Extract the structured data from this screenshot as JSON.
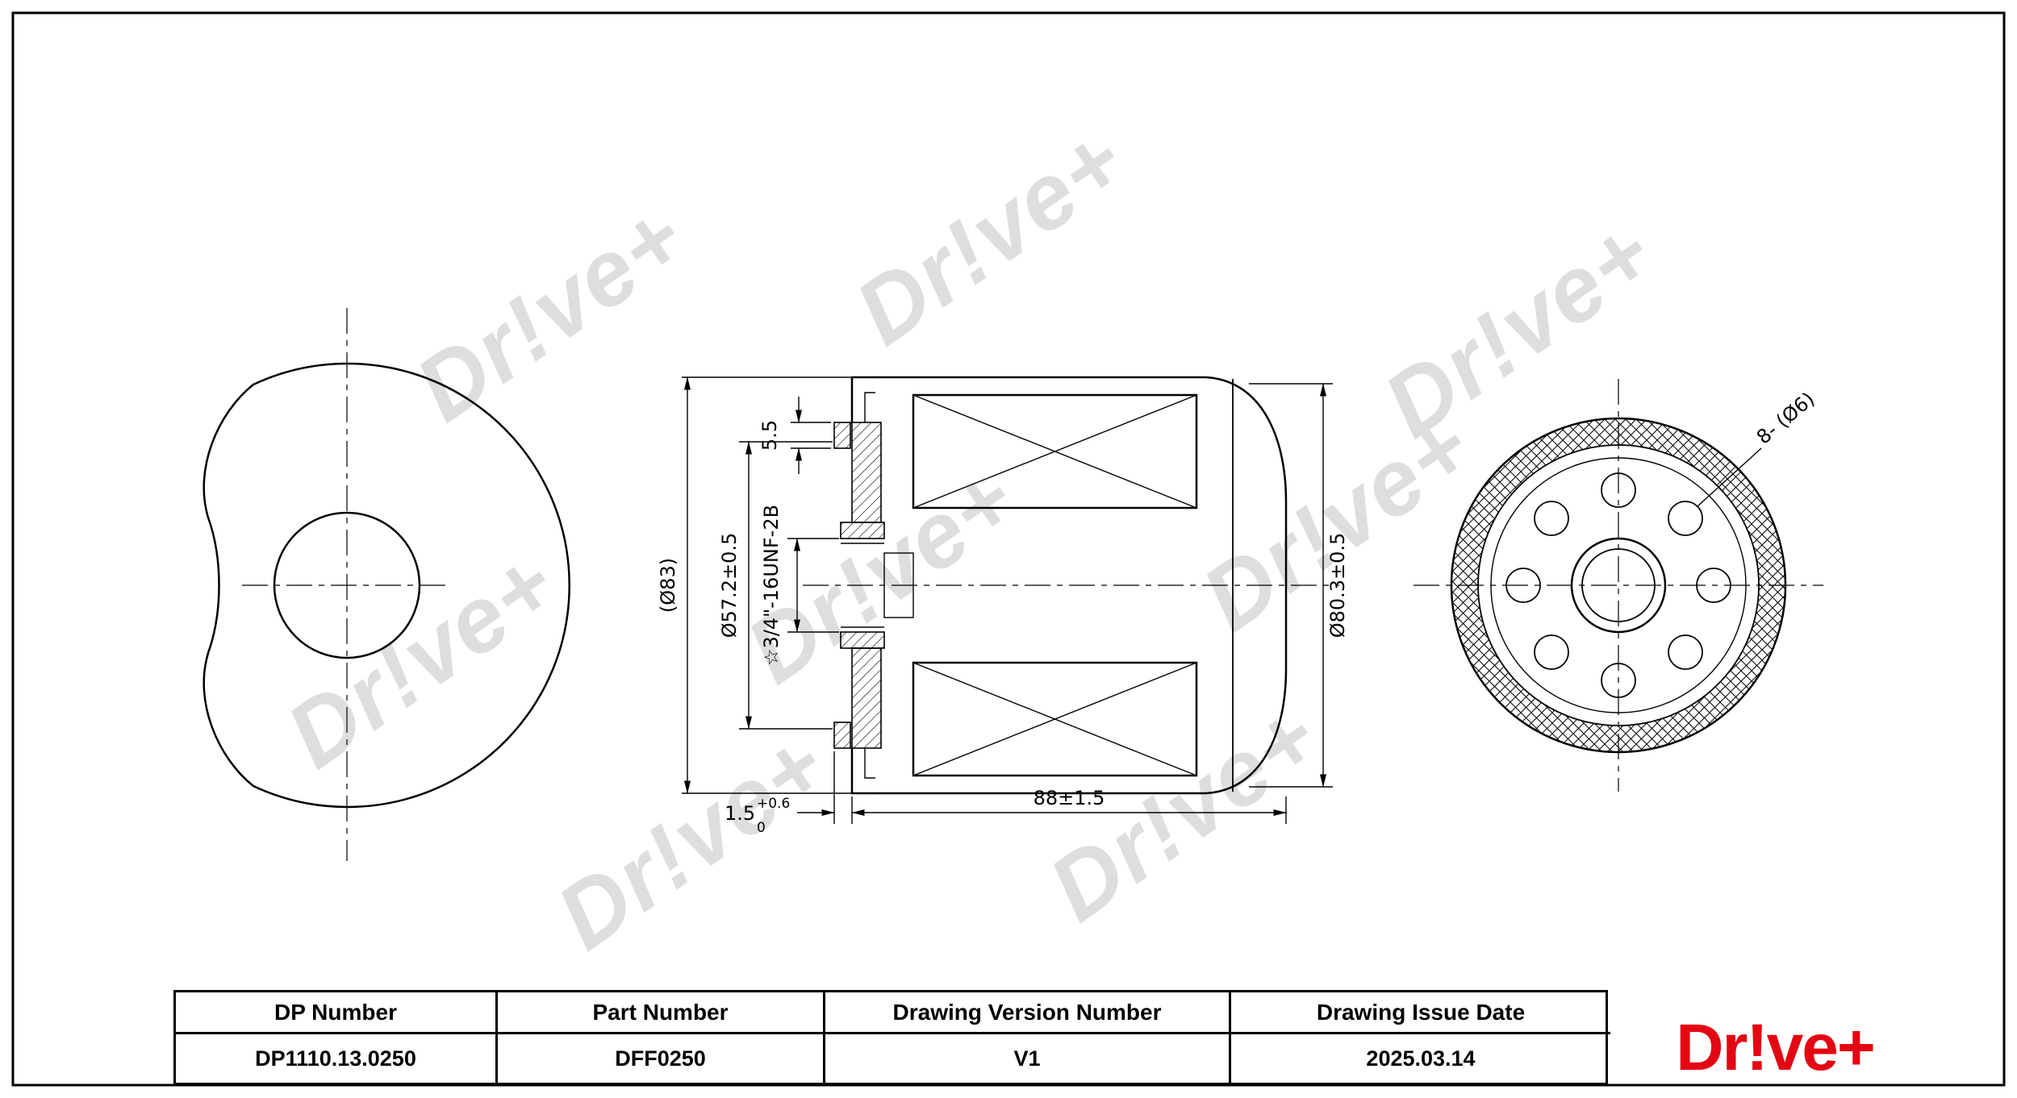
{
  "page": {
    "background": "#ffffff",
    "border_color": "#000000"
  },
  "watermark": {
    "text": "Dr!ve+",
    "color": "rgba(0,0,0,0.13)"
  },
  "drawing": {
    "section_view": {
      "dim_outer_dia": "(Ø83)",
      "dim_plate_dia": "Ø57.2±0.5",
      "dim_thread": "☆3/4\"-16UNF-2B",
      "dim_step": "5.5",
      "dim_lip_main": "1.5",
      "dim_lip_tol_upper": "+0.6",
      "dim_lip_tol_lower": "0",
      "dim_length": "88±1.5",
      "dim_seam_dia": "Ø80.3±0.5"
    },
    "end_view": {
      "holes_label": "8-  (Ø6)"
    }
  },
  "title_block": {
    "columns": [
      {
        "header": "DP Number",
        "value": "DP1110.13.0250"
      },
      {
        "header": "Part Number",
        "value": "DFF0250"
      },
      {
        "header": "Drawing Version Number",
        "value": "V1"
      },
      {
        "header": "Drawing Issue Date",
        "value": "2025.03.14"
      }
    ]
  },
  "logo": {
    "text": "Dr!ve+",
    "color": "#e30613"
  }
}
